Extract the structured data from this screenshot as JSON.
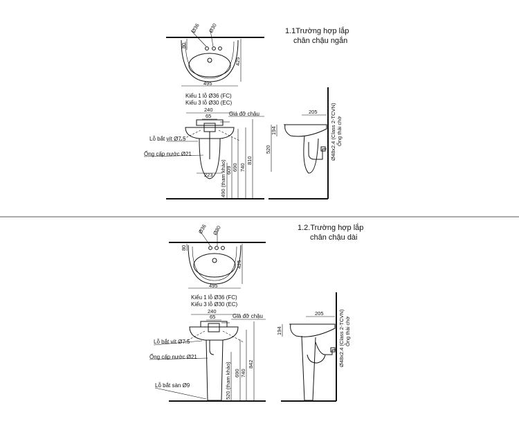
{
  "section_1": {
    "title_line1": "1.1Trường hợp lắp",
    "title_line2": "chân chậu ngắn",
    "dims_top": {
      "d1": "Ø36",
      "d2": "Ø30",
      "left": "80",
      "right": "425",
      "bottom": "495"
    },
    "hole_note_1": "Kiểu 1 lỗ Ø36 (FC)",
    "hole_note_2": "Kiểu 3 lỗ Ø30 (EC)",
    "front": {
      "w240": "240",
      "w65": "65",
      "w223": "223",
      "bracket": "Giá đỡ chậu",
      "screw": "Lỗ bắt vít Ø7.5",
      "pipe": "Ống cấp nước Ø21",
      "v490": "490 (tham khảo)",
      "v609": "609",
      "v690": "690",
      "v740": "740",
      "v810": "810"
    },
    "side": {
      "w205": "205",
      "h194": "194",
      "h520": "520",
      "pipe": "Ø48x2.4 (Class 2-TCVN)",
      "drain": "Ống thải chờ"
    }
  },
  "section_2": {
    "title_line1": "1.2.Trường hợp lắp",
    "title_line2": "chân chậu dài",
    "dims_top": {
      "d1": "Ø36",
      "d2": "Ø30",
      "left": "80",
      "right": "425",
      "bottom": "495"
    },
    "hole_note_1": "Kiểu 1 lỗ Ø36 (FC)",
    "hole_note_2": "Kiểu 3 lỗ Ø30 (EC)",
    "front": {
      "w240": "240",
      "w65": "65",
      "bracket": "Giá đỡ chậu",
      "screw": "Lỗ bắt vít Ø7.5",
      "pipe": "Ống cấp nước Ø21",
      "floor": "Lỗ bắt sàn Ø9",
      "v520": "520 (tham khảo)",
      "v690": "690",
      "v740": "740",
      "v842": "842"
    },
    "side": {
      "w205": "205",
      "h194": "194",
      "pipe": "Ø48x2.4 (Class 2-TCVN)",
      "drain": "Ống thải chờ"
    }
  }
}
